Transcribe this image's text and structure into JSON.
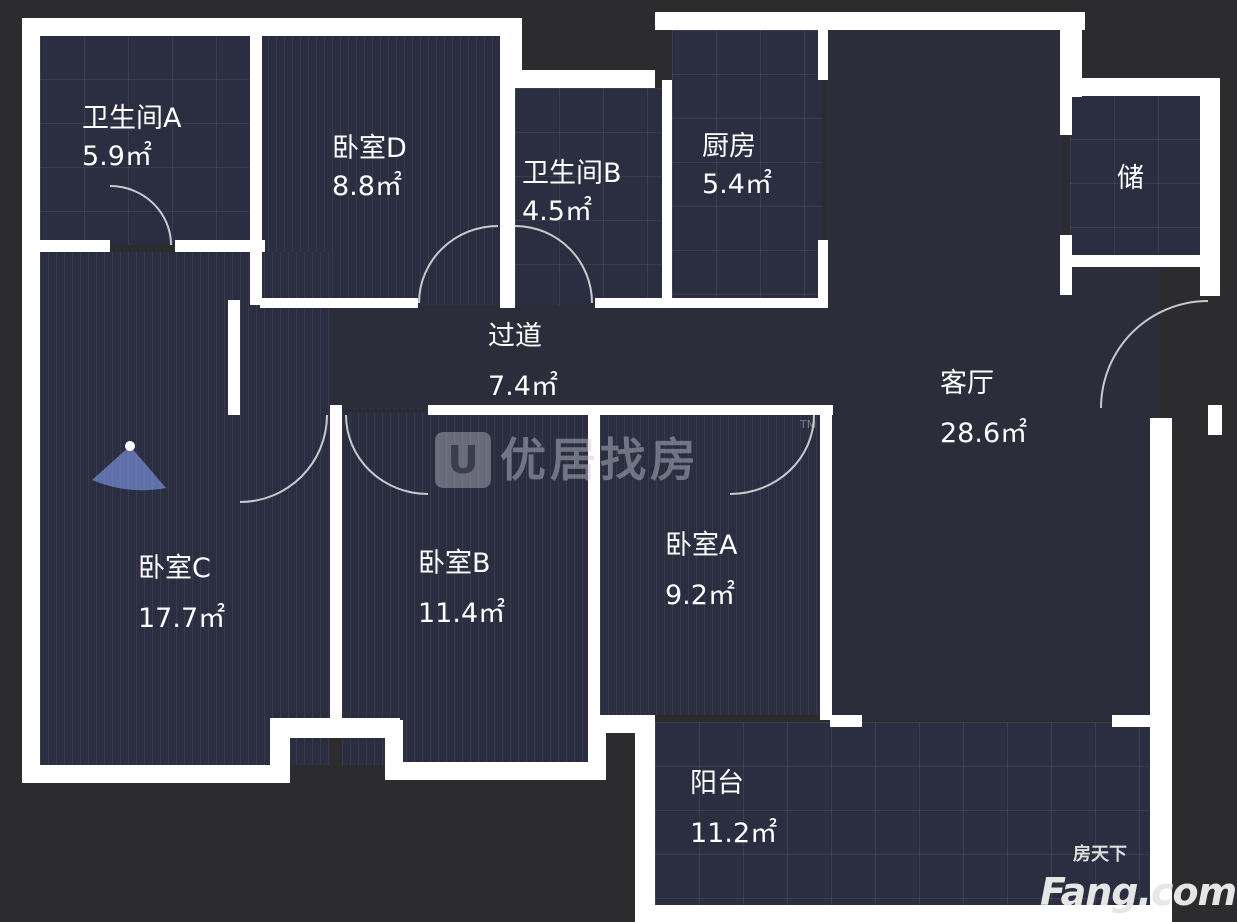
{
  "rooms": [
    {
      "name": "卫生间A",
      "area": "5.9㎡"
    },
    {
      "name": "卧室D",
      "area": "8.8㎡"
    },
    {
      "name": "卫生间B",
      "area": "4.5㎡"
    },
    {
      "name": "厨房",
      "area": "5.4㎡"
    },
    {
      "name": "储",
      "area": ""
    },
    {
      "name": "过道",
      "area": "7.4㎡"
    },
    {
      "name": "客厅",
      "area": "28.6㎡"
    },
    {
      "name": "卧室C",
      "area": "17.7㎡"
    },
    {
      "name": "卧室B",
      "area": "11.4㎡"
    },
    {
      "name": "卧室A",
      "area": "9.2㎡"
    },
    {
      "name": "阳台",
      "area": "11.2㎡"
    }
  ],
  "watermark": {
    "brand": "优居找房",
    "tm": "TM"
  },
  "logo": {
    "cn": "房天下",
    "en": "Fang.com"
  },
  "colors": {
    "wall": "#ffffff",
    "room": "#2a2e40",
    "background": "#2c2c2e"
  }
}
